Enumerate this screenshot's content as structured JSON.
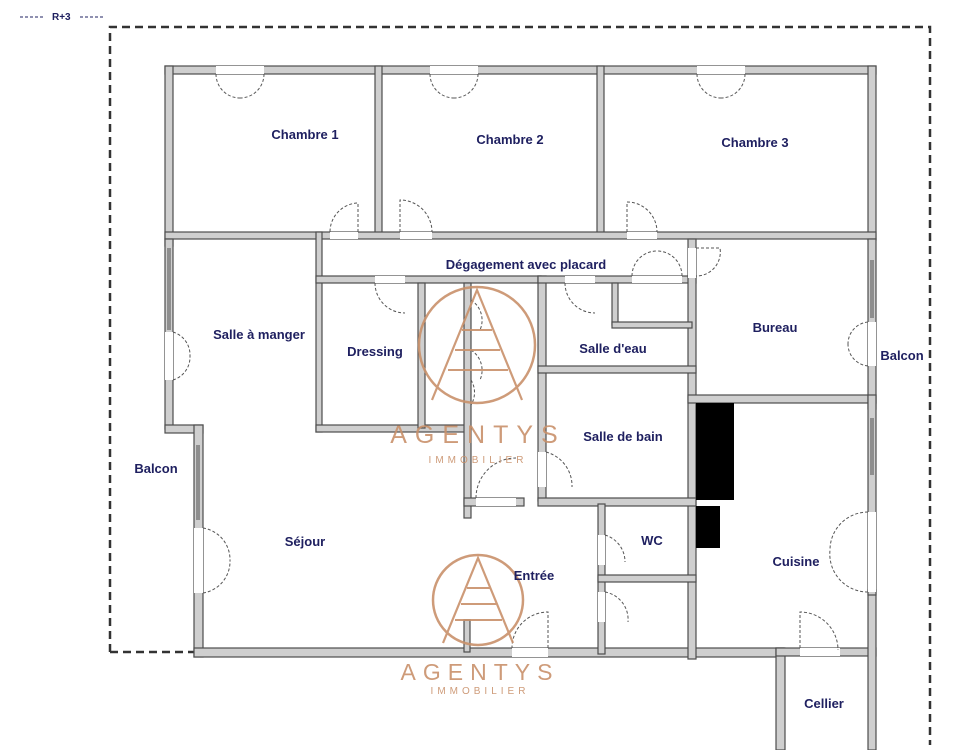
{
  "floor": {
    "label": "R+3"
  },
  "rooms": {
    "chambre1": "Chambre 1",
    "chambre2": "Chambre 2",
    "chambre3": "Chambre 3",
    "degagement": "Dégagement avec placard",
    "salle_a_manger": "Salle à manger",
    "dressing": "Dressing",
    "salle_deau": "Salle d'eau",
    "bureau": "Bureau",
    "balcon_right": "Balcon",
    "balcon_left": "Balcon",
    "salle_de_bain": "Salle de bain",
    "wc": "WC",
    "sejour": "Séjour",
    "entree": "Entrée",
    "cuisine": "Cuisine",
    "cellier": "Cellier"
  },
  "watermark": {
    "brand": "AGENTYS",
    "sub": "IMMOBILIER",
    "color": "#c9916b"
  },
  "colors": {
    "label": "#1f2060",
    "wall": "#cfcfcf",
    "wall_stroke": "#4d4d4d",
    "shaft": "#000000"
  }
}
